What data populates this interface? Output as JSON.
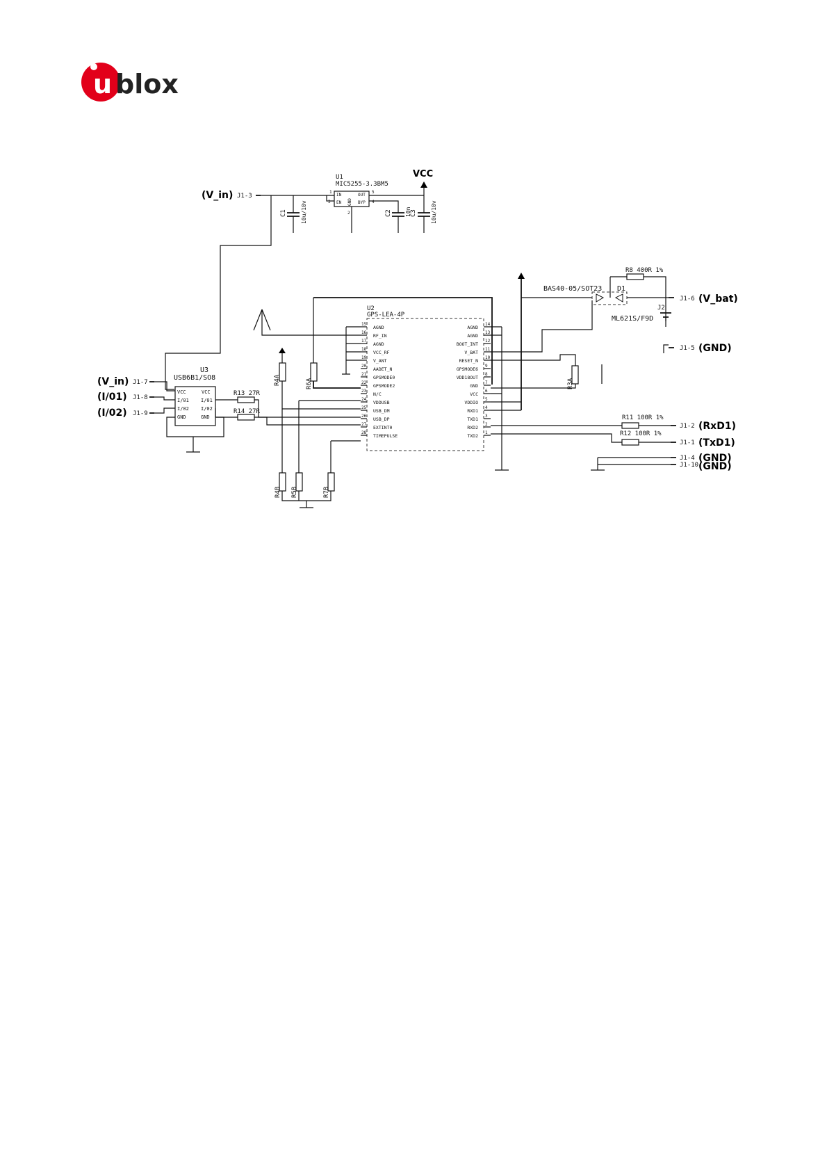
{
  "logo": {
    "text": "blox",
    "letter": "u",
    "color": "#e2001a"
  },
  "schematic": {
    "labels": {
      "vcc": "VCC",
      "v_in_top": "(V_in)",
      "j1_3": "J1-3",
      "u1_ref": "U1",
      "u1_part": "MIC5255-3.3BM5",
      "c1": "C1",
      "c1_val": "10u/10v",
      "c2": "C2",
      "c2_val": "10n",
      "c3": "C3",
      "c3_val": "10u/10v",
      "u1_in": "IN",
      "u1_en": "EN",
      "u1_gnd": "GND",
      "u1_out": "OUT",
      "u1_byp": "BYP",
      "u1_p1": "1",
      "u1_p3": "3",
      "u1_p2": "2",
      "u1_p5": "5",
      "u1_p4": "4",
      "u3_ref": "U3",
      "u3_part": "USB6B1/SO8",
      "v_in_left": "(V_in)",
      "j1_7": "J1-7",
      "io1": "(I/01)",
      "j1_8": "J1-8",
      "io2": "(I/02)",
      "j1_9": "J1-9",
      "u3_vcc_l": "VCC",
      "u3_io1_l": "I/01",
      "u3_io2_l": "I/02",
      "u3_gnd_l": "GND",
      "u3_vcc_r": "VCC",
      "u3_io1_r": "I/01",
      "u3_io2_r": "I/02",
      "u3_gnd_r": "GND",
      "r13": "R13  27R",
      "r14": "R14  27R",
      "r4": "R4A",
      "r6": "R6A",
      "r3": "R3A",
      "r4b": "R4B",
      "r5": "R5B",
      "r7": "R7B",
      "u2_ref": "U2",
      "u2_part": "GPS-LEA-4P",
      "bas": "BAS40-05/SOT23",
      "d1": "D1",
      "r8": "R8  400R  1%",
      "j2": "J2",
      "battery": "ML621S/F9D",
      "j1_6": "J1-6",
      "v_bat": "(V_bat)",
      "j1_5": "J1-5",
      "gnd1": "(GND)",
      "r11": "R11  100R  1%",
      "j1_2": "J1-2",
      "rxd1": "(RxD1)",
      "r12": "R12  100R  1%",
      "j1_1": "J1-1",
      "txd1": "(TxD1)",
      "j1_4": "J1-4",
      "j1_10": "J1-10",
      "gnd2": "(GND)",
      "gnd3": "(GND)"
    },
    "u2_left_pins": [
      {
        "num": "15",
        "name": "AGND"
      },
      {
        "num": "16",
        "name": "RF_IN"
      },
      {
        "num": "17",
        "name": "AGND"
      },
      {
        "num": "18",
        "name": "VCC_RF"
      },
      {
        "num": "19",
        "name": "V_ANT"
      },
      {
        "num": "20",
        "name": "AADET_N"
      },
      {
        "num": "21",
        "name": "GPSMODE0"
      },
      {
        "num": "22",
        "name": "GPSMODE2"
      },
      {
        "num": "23",
        "name": "N/C"
      },
      {
        "num": "24",
        "name": "VDDUSB"
      },
      {
        "num": "25",
        "name": "USB_DM"
      },
      {
        "num": "26",
        "name": "USB_DP"
      },
      {
        "num": "27",
        "name": "EXTINT0"
      },
      {
        "num": "28",
        "name": "TIMEPULSE"
      }
    ],
    "u2_right_pins": [
      {
        "num": "14",
        "name": "AGND"
      },
      {
        "num": "13",
        "name": "AGND"
      },
      {
        "num": "12",
        "name": "BOOT_INT"
      },
      {
        "num": "11",
        "name": "V_BAT"
      },
      {
        "num": "10",
        "name": "RESET_N"
      },
      {
        "num": "9",
        "name": "GPSMODE6"
      },
      {
        "num": "8",
        "name": "VDD18OUT"
      },
      {
        "num": "7",
        "name": "GND"
      },
      {
        "num": "6",
        "name": "VCC"
      },
      {
        "num": "5",
        "name": "VDDIO"
      },
      {
        "num": "4",
        "name": "RXD1"
      },
      {
        "num": "3",
        "name": "TXD1"
      },
      {
        "num": "2",
        "name": "RXD2"
      },
      {
        "num": "1",
        "name": "TXD2"
      }
    ]
  }
}
